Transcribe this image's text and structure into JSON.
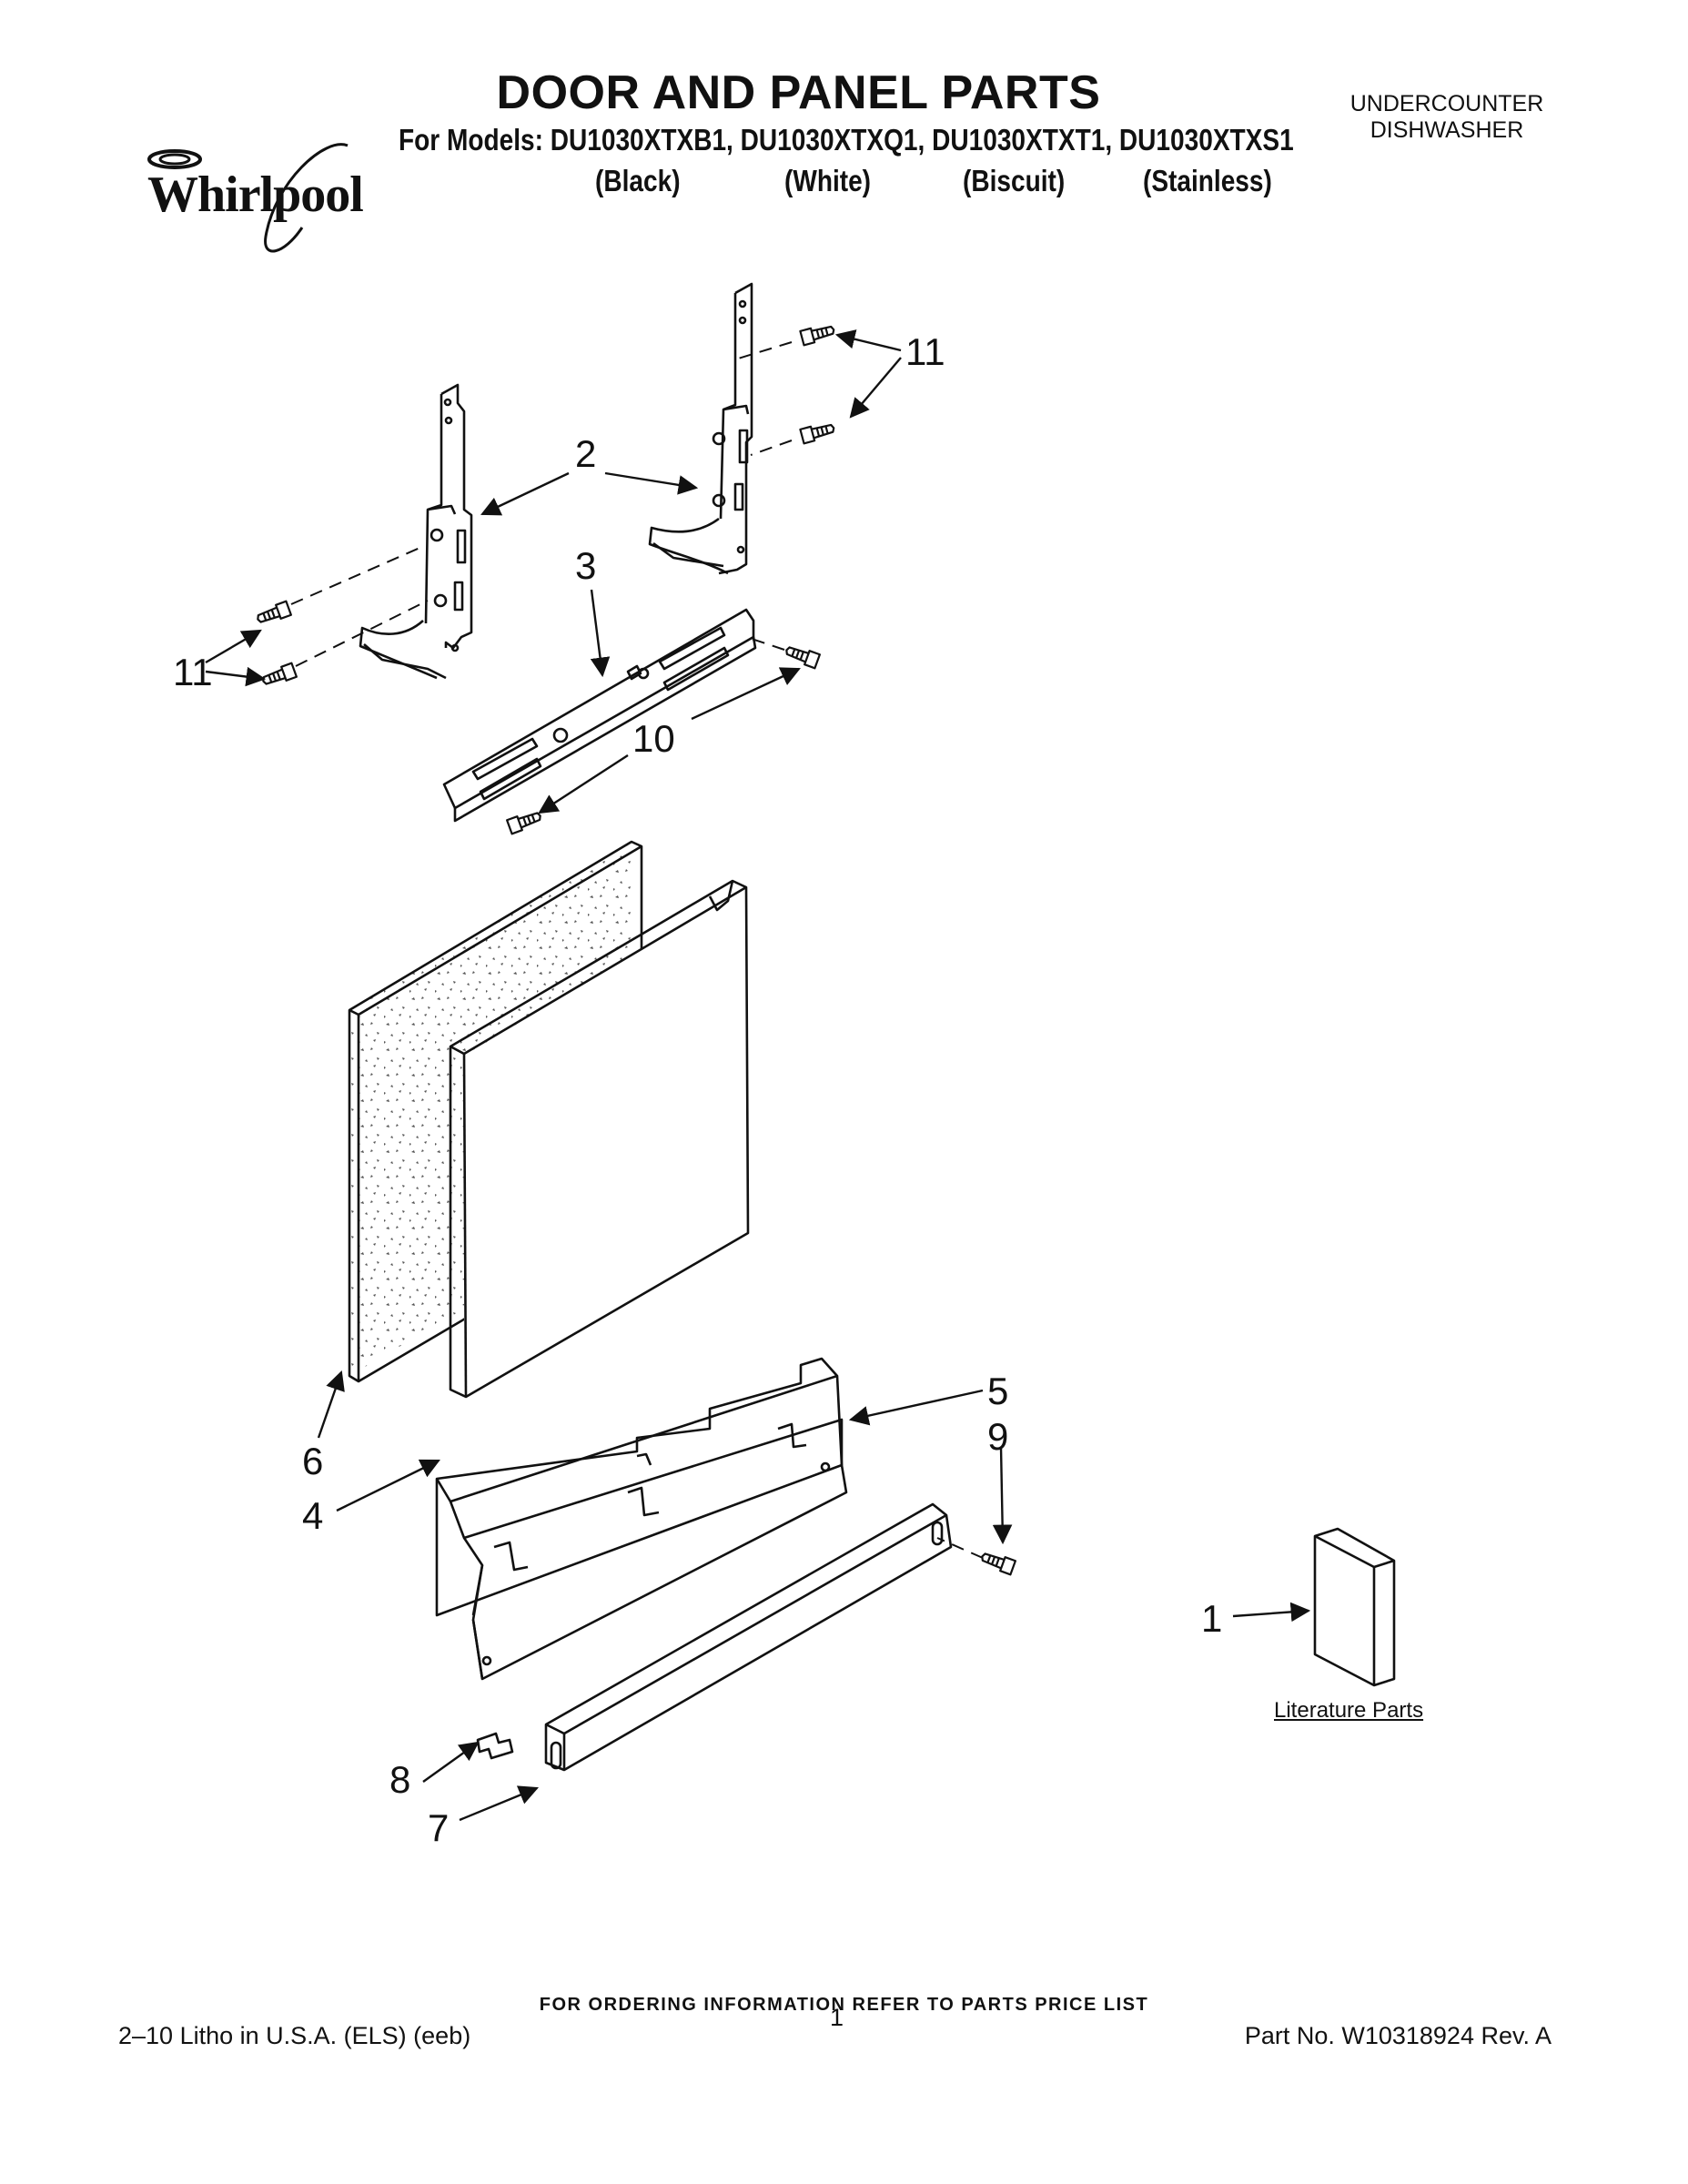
{
  "header": {
    "title": "DOOR AND PANEL PARTS",
    "models_line": "For Models: DU1030XTXB1, DU1030XTXQ1, DU1030XTXT1, DU1030XTXS1",
    "colors": [
      "(Black)",
      "(White)",
      "(Biscuit)",
      "(Stainless)"
    ],
    "appliance_line1": "UNDERCOUNTER",
    "appliance_line2": "DISHWASHER",
    "brand": "Whirlpool"
  },
  "callouts": {
    "c11_top": "11",
    "c2": "2",
    "c3": "3",
    "c11_left": "11",
    "c10": "10",
    "c5": "5",
    "c9": "9",
    "c6": "6",
    "c4": "4",
    "c1": "1",
    "c8": "8",
    "c7": "7"
  },
  "literature_label": "Literature Parts",
  "footer": {
    "ordering_note": "FOR ORDERING INFORMATION REFER TO PARTS PRICE LIST",
    "litho": "2–10 Litho in U.S.A. (ELS) (eeb)",
    "page_number": "1",
    "part_number": "Part No. W10318924 Rev. A"
  }
}
